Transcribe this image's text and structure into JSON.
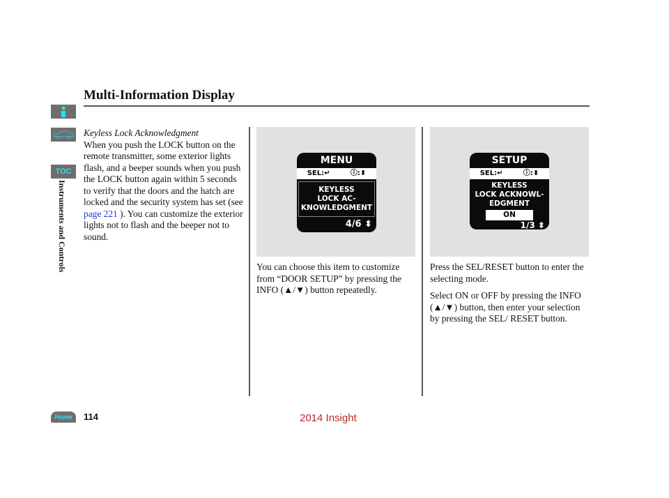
{
  "header": {
    "title": "Multi-Information Display"
  },
  "sidebar": {
    "toc_label": "TOC",
    "section_label": "Instruments and Controls",
    "home_label": "Home",
    "icons": [
      "info-icon",
      "car-icon",
      "toc-icon",
      "home-icon"
    ]
  },
  "left": {
    "subtitle": "Keyless Lock Acknowledgment",
    "text_before": "When you push the LOCK button on the remote transmitter, some exterior lights flash, and a beeper sounds when you push the LOCK button again within 5 seconds to verify that the doors and the hatch are locked and the security system has set (see ",
    "link": "page 221",
    "text_after": " ). You can customize the exterior lights not to flash and the beeper not to sound."
  },
  "middle": {
    "display": {
      "header": "MENU",
      "sel": "SEL:↵",
      "info": "ⓘ:⬍",
      "lines": [
        "KEYLESS",
        "LOCK AC-",
        "KNOWLEDGMENT"
      ],
      "page": "4/6 ⬍"
    },
    "caption": "You can choose this item to customize from “DOOR SETUP” by pressing the INFO (▲/▼) button repeatedly."
  },
  "right": {
    "display": {
      "header": "SETUP",
      "sel": "SEL:↵",
      "info": "ⓘ:⬍",
      "lines": [
        "KEYLESS",
        "LOCK ACKNOWL-",
        "EDGMENT"
      ],
      "value": "ON",
      "page": "1/3 ⬍"
    },
    "caption1": "Press the SEL/RESET button to enter the selecting mode.",
    "caption2": "Select ON or OFF by pressing the INFO (▲/▼) button, then enter your selection by pressing the SEL/ RESET button."
  },
  "footer": {
    "page_number": "114",
    "watermark": "2014 Insight"
  }
}
